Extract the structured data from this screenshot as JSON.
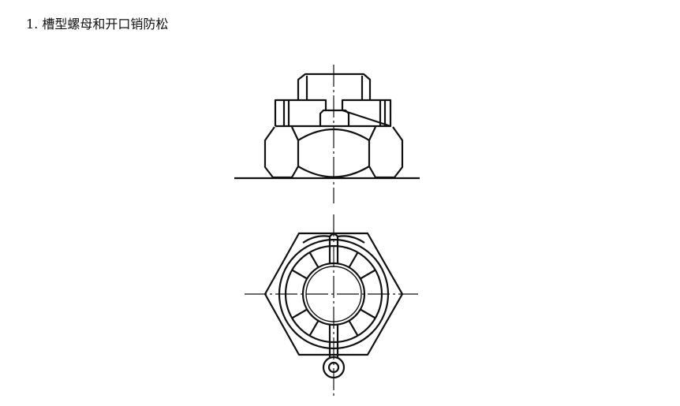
{
  "caption": "1. 槽型螺母和开口销防松",
  "figure": {
    "subject": "slotted-nut-with-cotter-pin",
    "views": [
      "front-view",
      "top-view"
    ],
    "line_color": "#111111"
  }
}
